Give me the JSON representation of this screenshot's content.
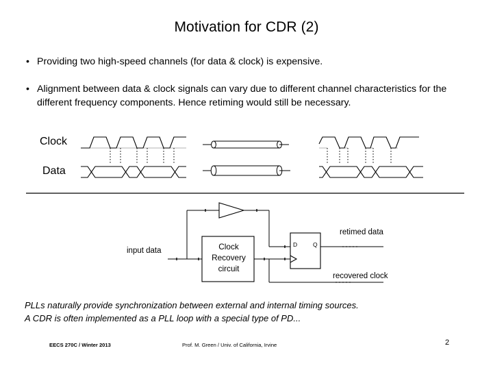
{
  "slide": {
    "title": "Motivation for CDR (2)",
    "page_number": "2"
  },
  "bullets": [
    {
      "marker": "•",
      "text": "Providing two high-speed channels (for data & clock) is expensive."
    },
    {
      "marker": "•",
      "text": "Alignment between data & clock signals can vary due to different channel characteristics for the different frequency components.  Hence retiming would still be necessary."
    }
  ],
  "waveform_diagram": {
    "labels": {
      "clock": "Clock",
      "data": "Data"
    }
  },
  "block_diagram": {
    "input_label": "input data",
    "block_label": "Clock\nRecovery\ncircuit",
    "block_label_lines": [
      "Clock",
      "Recovery",
      "circuit"
    ],
    "ff_pin_d": "D",
    "ff_pin_q": "Q",
    "output_data_label": "retimed data",
    "output_clock_label": "recovered clock"
  },
  "note": {
    "line1": "PLLs naturally provide synchronization between external and internal timing sources.",
    "line2": "A CDR is often implemented as a PLL loop with a special type of PD..."
  },
  "footer": {
    "course": "EECS 270C / Winter 2013",
    "author": "Prof. M. Green / Univ. of California, Irvine"
  },
  "colors": {
    "background": "#ffffff",
    "ink": "#000000",
    "baseline": "#9a9a9a"
  }
}
